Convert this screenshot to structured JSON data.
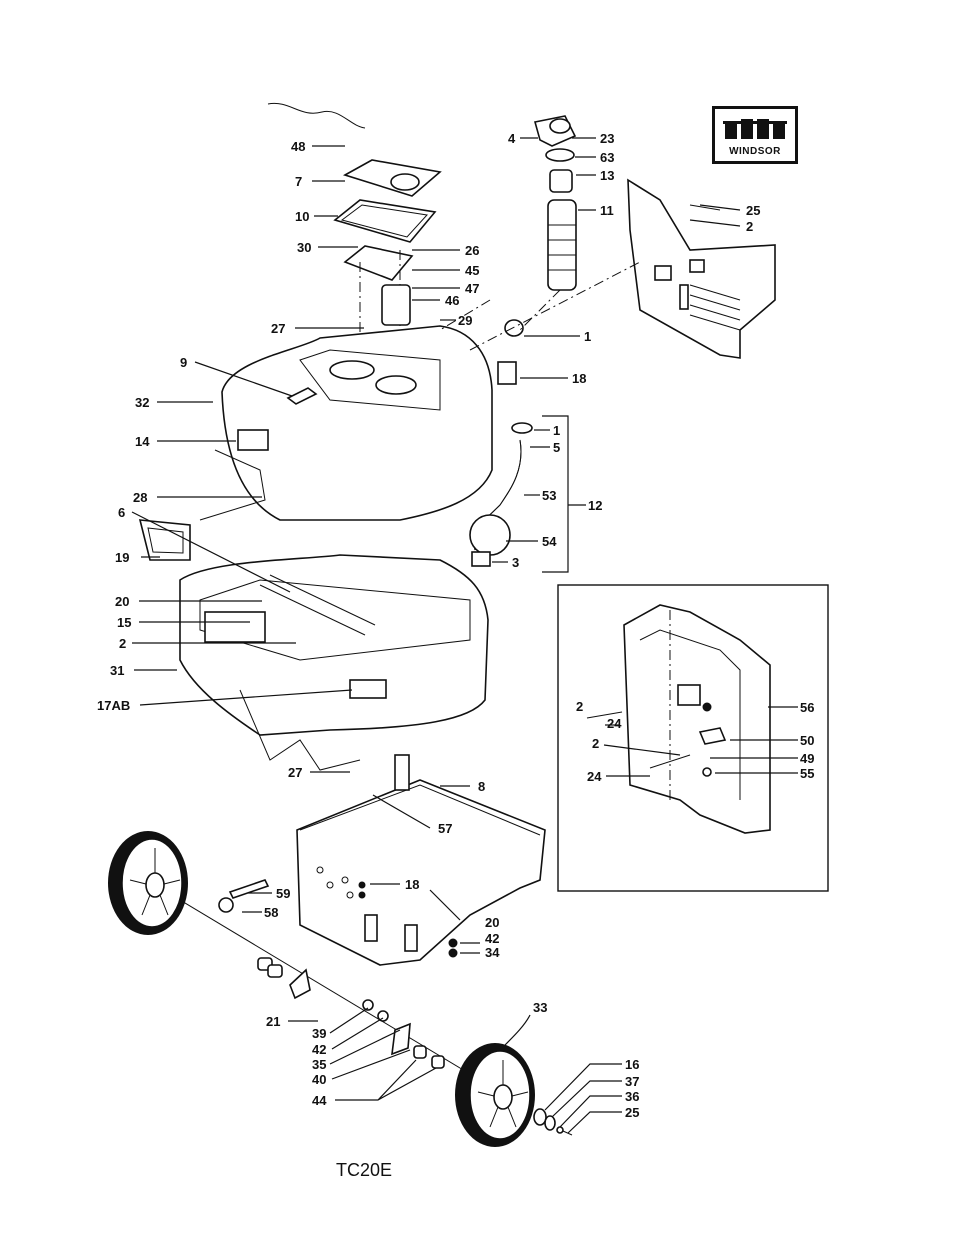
{
  "logo": {
    "brand": "WINDSOR"
  },
  "model_code": "TC20E",
  "part_labels": [
    {
      "id": "l48",
      "text": "48"
    },
    {
      "id": "l7",
      "text": "7"
    },
    {
      "id": "l10",
      "text": "10"
    },
    {
      "id": "l30",
      "text": "30"
    },
    {
      "id": "l26",
      "text": "26"
    },
    {
      "id": "l45",
      "text": "45"
    },
    {
      "id": "l47",
      "text": "47"
    },
    {
      "id": "l46",
      "text": "46"
    },
    {
      "id": "l29",
      "text": "29"
    },
    {
      "id": "l27a",
      "text": "27"
    },
    {
      "id": "l9",
      "text": "9"
    },
    {
      "id": "l32",
      "text": "32"
    },
    {
      "id": "l14",
      "text": "14"
    },
    {
      "id": "l28",
      "text": "28"
    },
    {
      "id": "l6",
      "text": "6"
    },
    {
      "id": "l19",
      "text": "19"
    },
    {
      "id": "l20a",
      "text": "20"
    },
    {
      "id": "l15",
      "text": "15"
    },
    {
      "id": "l2a",
      "text": "2"
    },
    {
      "id": "l31",
      "text": "31"
    },
    {
      "id": "l17ab",
      "text": "17AB"
    },
    {
      "id": "l27b",
      "text": "27"
    },
    {
      "id": "l8",
      "text": "8"
    },
    {
      "id": "l57",
      "text": "57"
    },
    {
      "id": "l4",
      "text": "4"
    },
    {
      "id": "l23",
      "text": "23"
    },
    {
      "id": "l63",
      "text": "63"
    },
    {
      "id": "l13",
      "text": "13"
    },
    {
      "id": "l11",
      "text": "11"
    },
    {
      "id": "l25a",
      "text": "25"
    },
    {
      "id": "l2b",
      "text": "2"
    },
    {
      "id": "l1a",
      "text": "1"
    },
    {
      "id": "l18a",
      "text": "18"
    },
    {
      "id": "l1b",
      "text": "1"
    },
    {
      "id": "l5",
      "text": "5"
    },
    {
      "id": "l53",
      "text": "53"
    },
    {
      "id": "l12",
      "text": "12"
    },
    {
      "id": "l54",
      "text": "54"
    },
    {
      "id": "l3",
      "text": "3"
    },
    {
      "id": "l2c",
      "text": "2"
    },
    {
      "id": "l24a",
      "text": "24"
    },
    {
      "id": "l2d",
      "text": "2"
    },
    {
      "id": "l24b",
      "text": "24"
    },
    {
      "id": "l56",
      "text": "56"
    },
    {
      "id": "l50",
      "text": "50"
    },
    {
      "id": "l49",
      "text": "49"
    },
    {
      "id": "l55",
      "text": "55"
    },
    {
      "id": "l59",
      "text": "59"
    },
    {
      "id": "l58",
      "text": "58"
    },
    {
      "id": "l18b",
      "text": "18"
    },
    {
      "id": "l20b",
      "text": "20"
    },
    {
      "id": "l42a",
      "text": "42"
    },
    {
      "id": "l34",
      "text": "34"
    },
    {
      "id": "l21",
      "text": "21"
    },
    {
      "id": "l39",
      "text": "39"
    },
    {
      "id": "l42b",
      "text": "42"
    },
    {
      "id": "l35",
      "text": "35"
    },
    {
      "id": "l40",
      "text": "40"
    },
    {
      "id": "l44",
      "text": "44"
    },
    {
      "id": "l33",
      "text": "33"
    },
    {
      "id": "l16",
      "text": "16"
    },
    {
      "id": "l37",
      "text": "37"
    },
    {
      "id": "l36",
      "text": "36"
    },
    {
      "id": "l25b",
      "text": "25"
    }
  ]
}
